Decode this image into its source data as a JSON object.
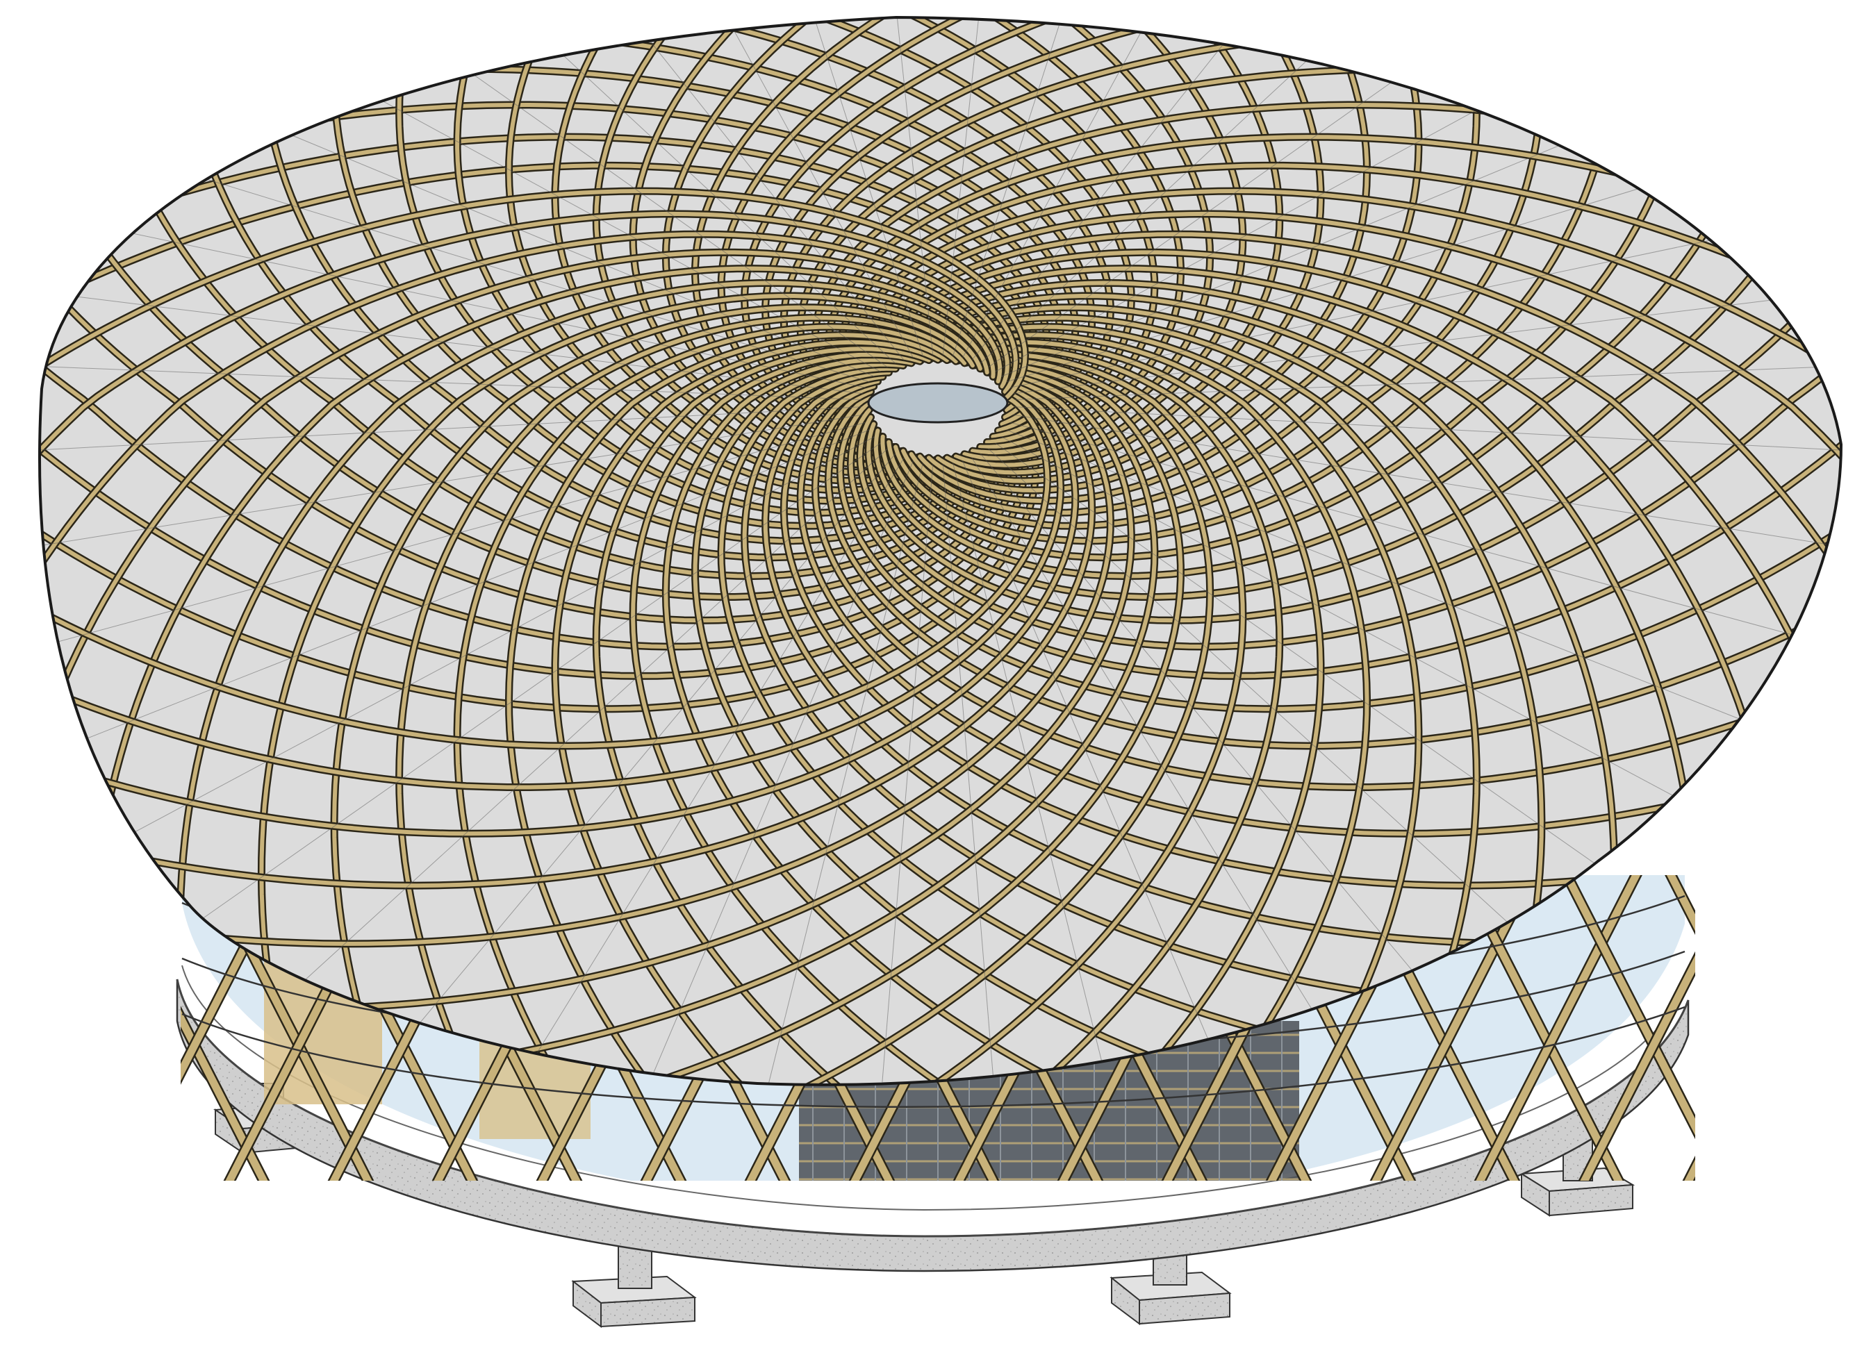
{
  "title": "",
  "colors": {
    "background": "#ffffff",
    "roof_membrane": "#d9d9d9",
    "roof_membrane_light": "#ebebeb",
    "timber_rib": "#c8b27a",
    "timber_rib_edge": "#2b2618",
    "concrete": "#cfcfcf",
    "concrete_dark": "#9a9a9a",
    "glazing": "#dbe9f3",
    "glazing_dark": "#4a4f55",
    "interior_wall": "#d8c08a"
  },
  "structure": {
    "roof": "gridshell-dome-with-central-oculus",
    "facade": "diagonal-timber-diagrid",
    "base": "concrete-ring-slab",
    "supports": "concrete-piers"
  }
}
